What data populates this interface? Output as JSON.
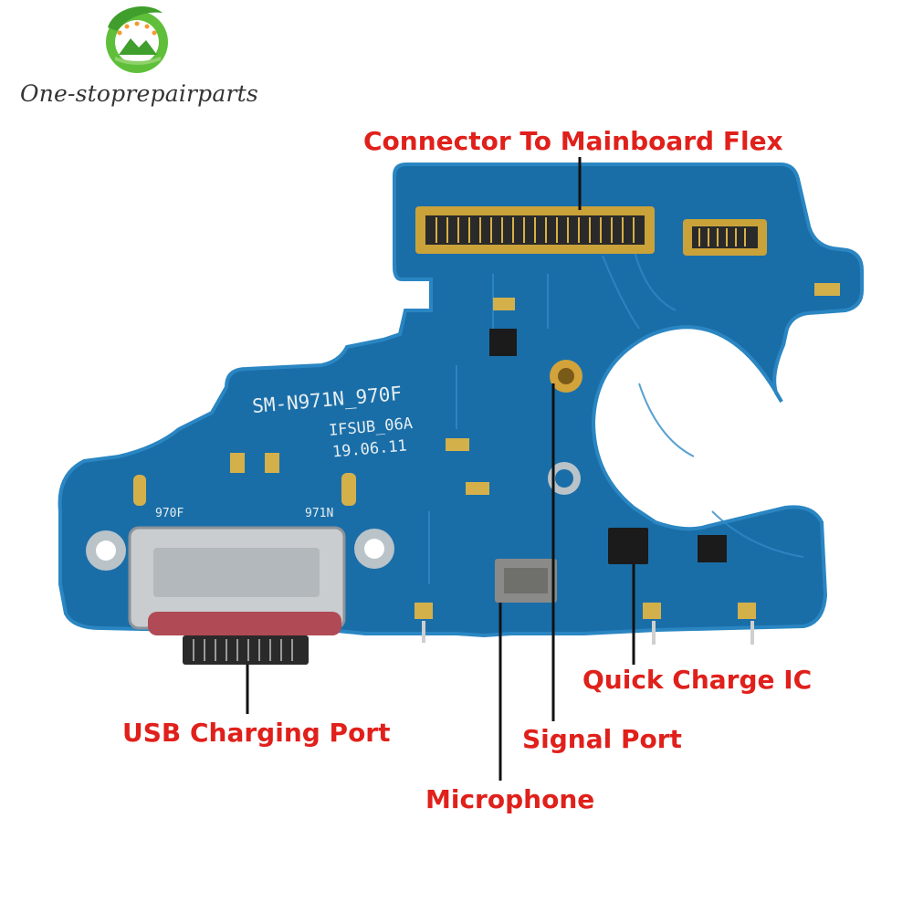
{
  "brand": {
    "name": "One-stoprepairparts",
    "logo_icon": "leaf-sun-logo-icon"
  },
  "colors": {
    "pcb": "#1a6ea8",
    "pcb_edge": "#2a86c2",
    "label": "#e0201b",
    "leader": "#111111"
  },
  "board": {
    "model": "SM-N971N_970F",
    "sub": "IFSUB_06A",
    "date": "19.06.11",
    "tag_left": "970F",
    "tag_right": "971N"
  },
  "callouts": {
    "connector": "Connector To Mainboard Flex",
    "usb": "USB Charging Port",
    "signal": "Signal Port",
    "microphone": "Microphone",
    "quick_charge": "Quick Charge IC"
  }
}
